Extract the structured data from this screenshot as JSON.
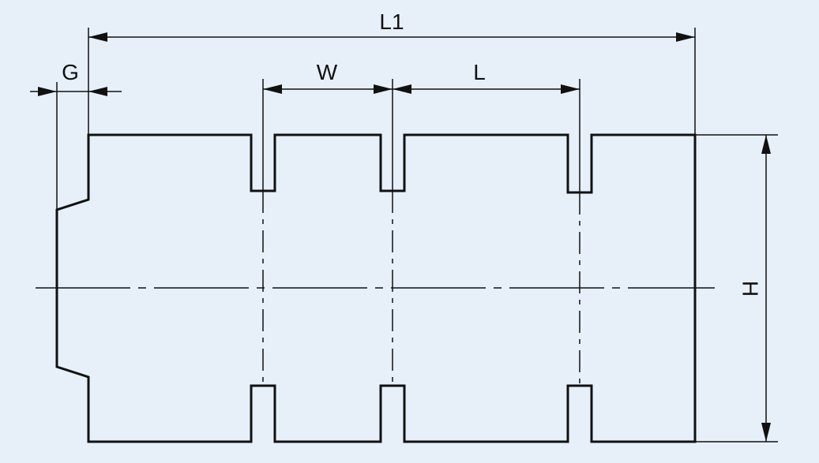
{
  "diagram": {
    "labels": {
      "L1": "L1",
      "G": "G",
      "W": "W",
      "L": "L",
      "H": "H"
    }
  }
}
